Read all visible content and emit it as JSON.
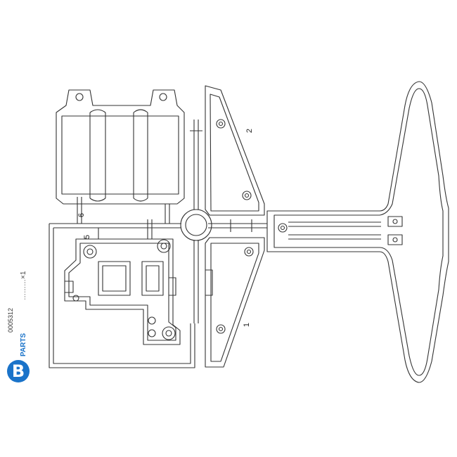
{
  "sprue": {
    "letter": "B",
    "parts_word": "PARTS",
    "quantity": "………×1",
    "code": "0005312",
    "badge_color": "#1a73c9"
  },
  "part_numbers": {
    "p1": "1",
    "p2": "2",
    "p5": "5",
    "p6": "6"
  },
  "line_color": "#333333"
}
